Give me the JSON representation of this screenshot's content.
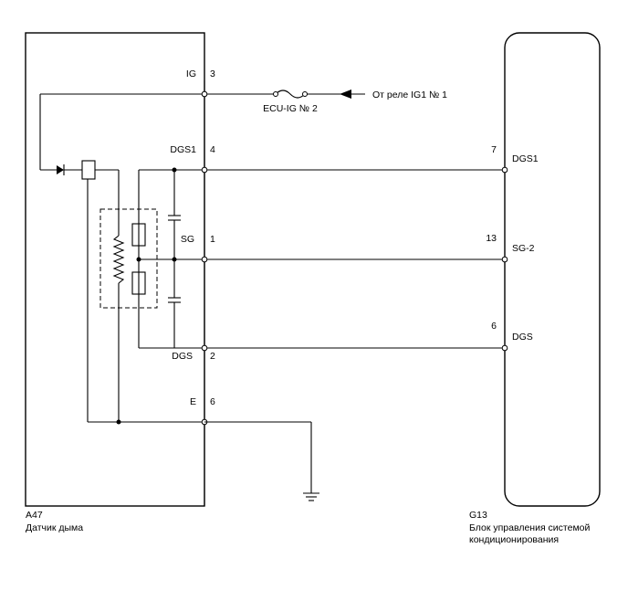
{
  "sensor": {
    "id": "A47",
    "name": "Датчик дыма",
    "pins": [
      {
        "label": "IG",
        "number": "3"
      },
      {
        "label": "DGS1",
        "number": "4"
      },
      {
        "label": "SG",
        "number": "1"
      },
      {
        "label": "DGS",
        "number": "2"
      },
      {
        "label": "E",
        "number": "6"
      }
    ]
  },
  "ecu": {
    "id": "G13",
    "name_line1": "Блок управления системой",
    "name_line2": "кондиционирования",
    "pins": [
      {
        "number": "7",
        "label": "DGS1"
      },
      {
        "number": "13",
        "label": "SG-2"
      },
      {
        "number": "6",
        "label": "DGS"
      }
    ]
  },
  "fuse": {
    "label": "ECU-IG № 2"
  },
  "source": {
    "label": "От реле IG1 № 1"
  }
}
